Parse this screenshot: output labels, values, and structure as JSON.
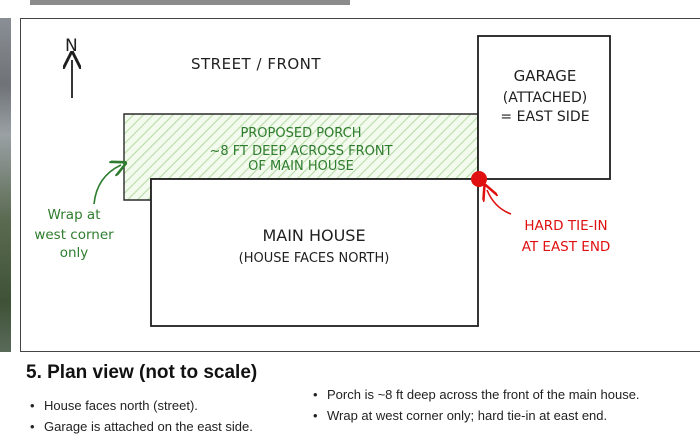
{
  "diagram": {
    "north_label": "N",
    "street_label": "STREET / FRONT",
    "garage_lines": [
      "GARAGE",
      "(ATTACHED)",
      "= EAST SIDE"
    ],
    "porch_lines": [
      "PROPOSED PORCH",
      "~8 FT DEEP ACROSS FRONT",
      "OF MAIN HOUSE"
    ],
    "house_lines": [
      "MAIN HOUSE",
      "(HOUSE FACES NORTH)"
    ],
    "wrap_lines": [
      "Wrap at",
      "west corner",
      "only"
    ],
    "tie_lines": [
      "HARD TIE-IN",
      "AT EAST END"
    ],
    "colors": {
      "green": "#2e7d2e",
      "hatch": "#b9dca8",
      "red": "#e01010",
      "ink": "#1f1f1f"
    }
  },
  "section": {
    "title": "5. Plan view (not to scale)"
  },
  "notes_left": [
    "House faces north (street).",
    "Garage is attached on the east side."
  ],
  "notes_right": [
    "Porch is ~8 ft deep across the front of the main house.",
    "Wrap at west corner only; hard tie-in at east end."
  ]
}
